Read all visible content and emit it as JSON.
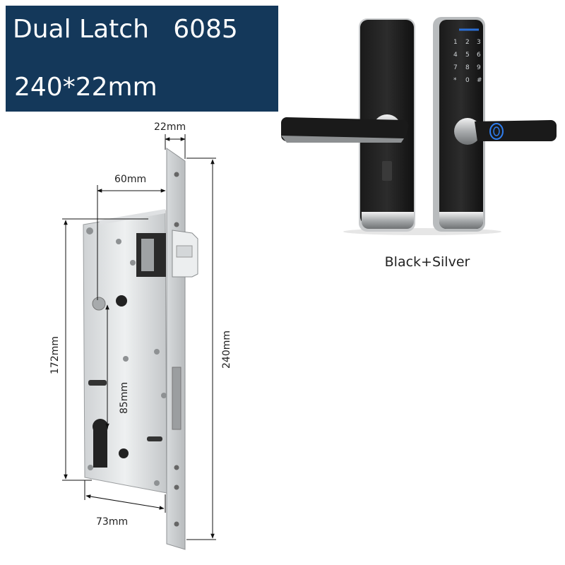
{
  "banner": {
    "title": "Dual Latch   6085",
    "size": "240*22mm",
    "background": "#14385a"
  },
  "dimensions": {
    "faceplate_width": "22mm",
    "backset": "60mm",
    "case_height": "172mm",
    "hub_to_cylinder": "85mm",
    "faceplate_length": "240mm",
    "case_width": "73mm"
  },
  "variant": {
    "color_label": "Black+Silver"
  }
}
